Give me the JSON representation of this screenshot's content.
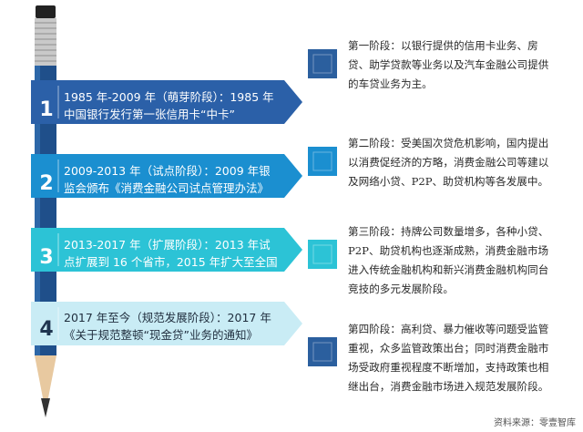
{
  "stages": [
    {
      "num": "1",
      "line1": "1985 年-2009 年（萌芽阶段）：1985 年",
      "line2": "中国银行发行第一张信用卡“中卡”",
      "color": "#2b60a8"
    },
    {
      "num": "2",
      "line1": "2009-2013 年（试点阶段）：2009 年银",
      "line2": "监会颁布《消费金融公司试点管理办法》",
      "color": "#1b8fd0"
    },
    {
      "num": "3",
      "line1": "2013-2017 年（扩展阶段）：2013 年试",
      "line2": "点扩展到 16 个省市，2015 年扩大至全国",
      "color": "#2cc3d6"
    },
    {
      "num": "4",
      "line1": "2017 年至今（规范发展阶段）：2017 年",
      "line2": "《关于规范整顿“现金贷”业务的通知》",
      "color": "#c9ecf5"
    }
  ],
  "descriptions": [
    {
      "lines": [
        "第一阶段：以银行提供的信用卡业务、房",
        "贷、助学贷款等业务以及汽车金融公司提供",
        "的车贷业务为主。"
      ],
      "marker_color": "#2b5f9e"
    },
    {
      "lines": [
        "第二阶段：受美国次贷危机影响，国内提出",
        "以消费促经济的方略，消费金融公司等建以",
        "及网络小贷、P2P、助贷机构等各发展中。"
      ],
      "marker_color": "#1b8fd0"
    },
    {
      "lines": [
        "第三阶段：持牌公司数量增多，各种小贷、",
        "P2P、助贷机构也逐渐成熟，消费金融市场",
        "进入传统金融机构和新兴消费金融机构同台",
        "竞技的多元发展阶段。"
      ],
      "marker_color": "#2cc3d6"
    },
    {
      "lines": [
        "第四阶段：高利贷、暴力催收等问题受监管",
        "重视，众多监管政策出台；同时消费金融市",
        "场受政府重视程度不断增加，支持政策也相",
        "继出台，消费金融市场进入规范发展阶段。"
      ],
      "marker_color": "#2b5f9e"
    }
  ],
  "source": "资料来源：零壹智库",
  "colors": {
    "pencil_body": "#1f4f8a",
    "pencil_wood": "#e8c9a0",
    "pencil_tip": "#333333",
    "ferrule": "#c9c9c9",
    "eraser_cap": "#222222"
  }
}
